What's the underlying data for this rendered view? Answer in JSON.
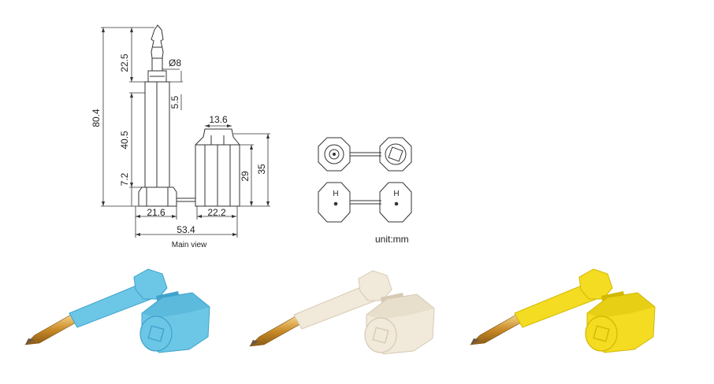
{
  "drawing": {
    "dims": {
      "head_len": "22.5",
      "diameter": "Ø8",
      "neck": "5.5",
      "total_len": "80.4",
      "shank": "40.5",
      "flange": "7.2",
      "cap_width": "13.6",
      "cap_h": "29",
      "cap_total": "35",
      "bolt_base": "21.6",
      "cap_base": "22.2",
      "overall": "53.4"
    },
    "caption": "Main view",
    "end_view_marks": [
      "H",
      "H"
    ],
    "unit": "unit:mm"
  },
  "photos": {
    "variants": [
      {
        "color_name": "blue",
        "body": "#6cc6e6",
        "shade": "#3fa3cc"
      },
      {
        "color_name": "white",
        "body": "#f1e9da",
        "shade": "#d6cab3"
      },
      {
        "color_name": "yellow",
        "body": "#f3dc22",
        "shade": "#d2b800"
      }
    ],
    "metal": "#d8a23f"
  }
}
